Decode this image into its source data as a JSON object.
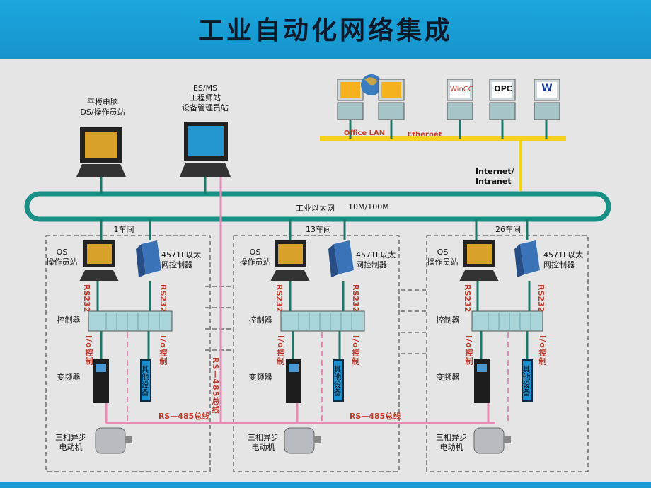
{
  "title": "工业自动化网络集成",
  "top_stations": {
    "tablet": "平板电脑\nDS/操作员站",
    "engineer": "ES/MS\n工程师站\n设备管理员站"
  },
  "office": {
    "lan_label": "Office LAN",
    "ethernet_label": "Ethernet",
    "wincc": "WinCC",
    "opc": "OPC",
    "w": "W",
    "internet": "Internet/\nIntranet"
  },
  "ring": {
    "label": "工业以太网",
    "speed": "10M/100M"
  },
  "workshops": [
    {
      "name": "1车间",
      "os": "OS\n操作员站",
      "ctrl": "4571L以太\n网控制器",
      "plc": "控制器",
      "vfd": "变频器",
      "motor": "三相异步\n电动机"
    },
    {
      "name": "13车间",
      "os": "OS\n操作员站",
      "ctrl": "4571L以太\n网控制器",
      "plc": "控制器",
      "vfd": "变频器",
      "motor": "三相异步\n电动机"
    },
    {
      "name": "26车间",
      "os": "OS\n操作员站",
      "ctrl": "4571L以太\n网控制器",
      "plc": "控制器",
      "vfd": "变频器",
      "motor": "三相异步\n电动机"
    }
  ],
  "labels": {
    "rs232": "RS232",
    "io": "I/o控制",
    "other": "其他设备",
    "rs485_bus": "RS—485总线",
    "rs485_vertical": "RS—485总线"
  },
  "colors": {
    "title_bar": "#1aa0d8",
    "canvas": "#e5e5e5",
    "ring": "#1a8f86",
    "lan": "#f2d21b",
    "rs485": "#e58bb5",
    "link": "#1a7a6a"
  }
}
